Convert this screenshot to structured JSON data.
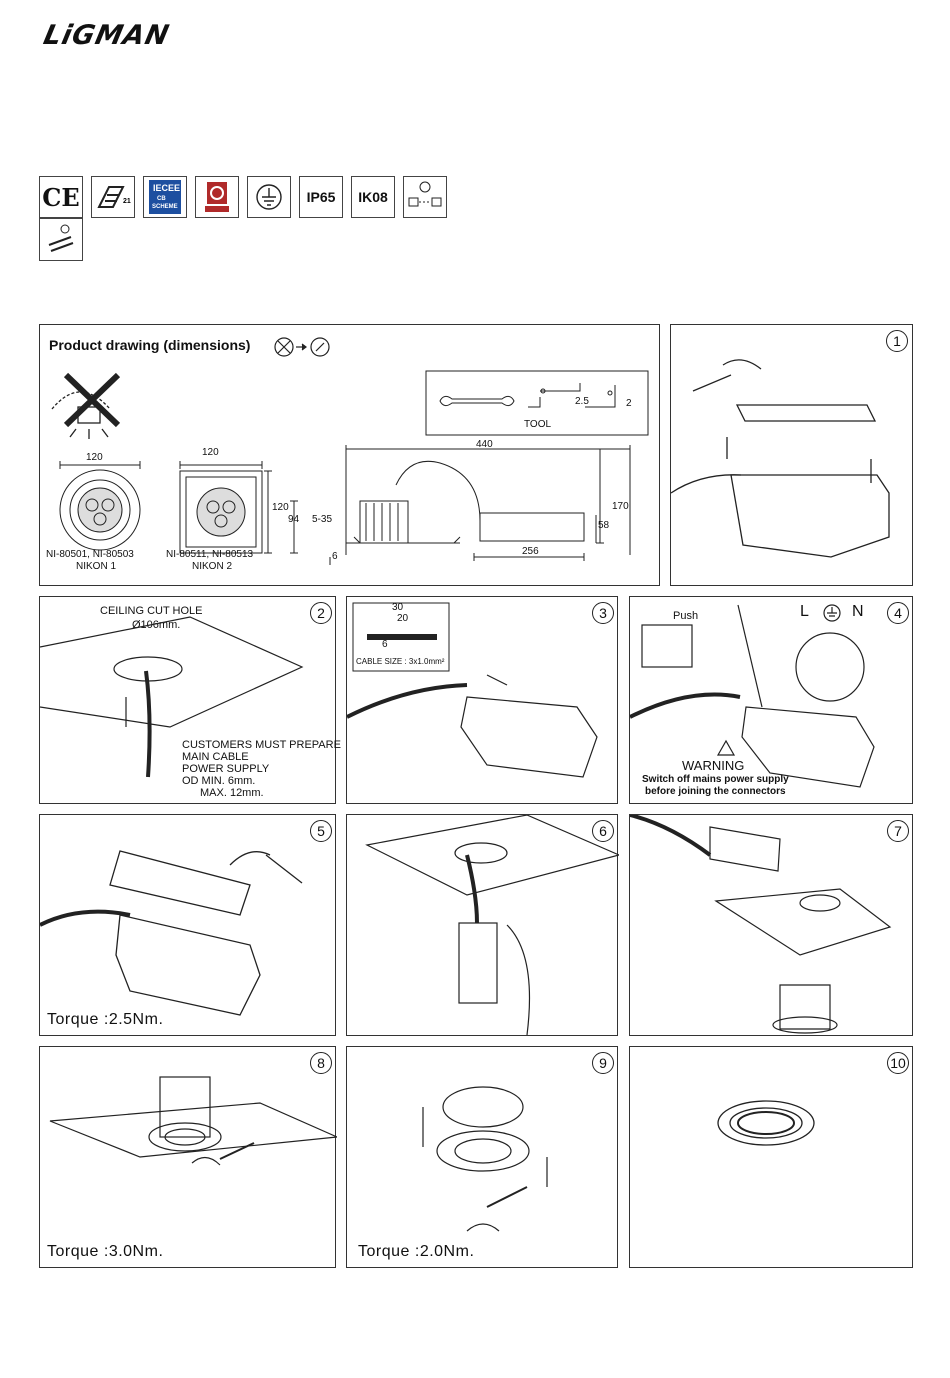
{
  "brand": "LiGMAN",
  "certifications": [
    "CE",
    "IP65",
    "IK08"
  ],
  "drawing": {
    "title": "Product drawing (dimensions)",
    "tool_label": "TOOL",
    "hex1": "2.5",
    "hex2": "2",
    "round_dim": "120",
    "round_models": "NI-80501, NI-80503",
    "round_name": "NIKON 1",
    "square_dim_w": "120",
    "square_dim_h": "120",
    "square_models": "NI-80511, NI-80513",
    "square_name": "NIKON 2",
    "dim_len": "440",
    "dim_h_total": "170",
    "dim_94": "94",
    "dim_535": "5-35",
    "dim_6": "6",
    "dim_58": "58",
    "dim_256": "256"
  },
  "steps": [
    {
      "number": "1"
    },
    {
      "number": "2",
      "title": "CEILING CUT HOLE",
      "hole": "Ø106mm.",
      "note": [
        "CUSTOMERS MUST PREPARE",
        "MAIN CABLE",
        "POWER SUPPLY",
        "OD MIN. 6mm.",
        "MAX. 12mm."
      ]
    },
    {
      "number": "3",
      "d30": "30",
      "d20": "20",
      "d6": "6",
      "cable": "CABLE SIZE : 3x1.0mm²"
    },
    {
      "number": "4",
      "push": "Push",
      "l": "L",
      "n": "N",
      "warning": "WARNING",
      "w1": "Switch off mains power supply",
      "w2": "before joining the connectors"
    },
    {
      "number": "5",
      "torque": "Torque :2.5Nm."
    },
    {
      "number": "6"
    },
    {
      "number": "7"
    },
    {
      "number": "8",
      "torque": "Torque :3.0Nm."
    },
    {
      "number": "9",
      "torque": "Torque :2.0Nm."
    },
    {
      "number": "10"
    }
  ]
}
